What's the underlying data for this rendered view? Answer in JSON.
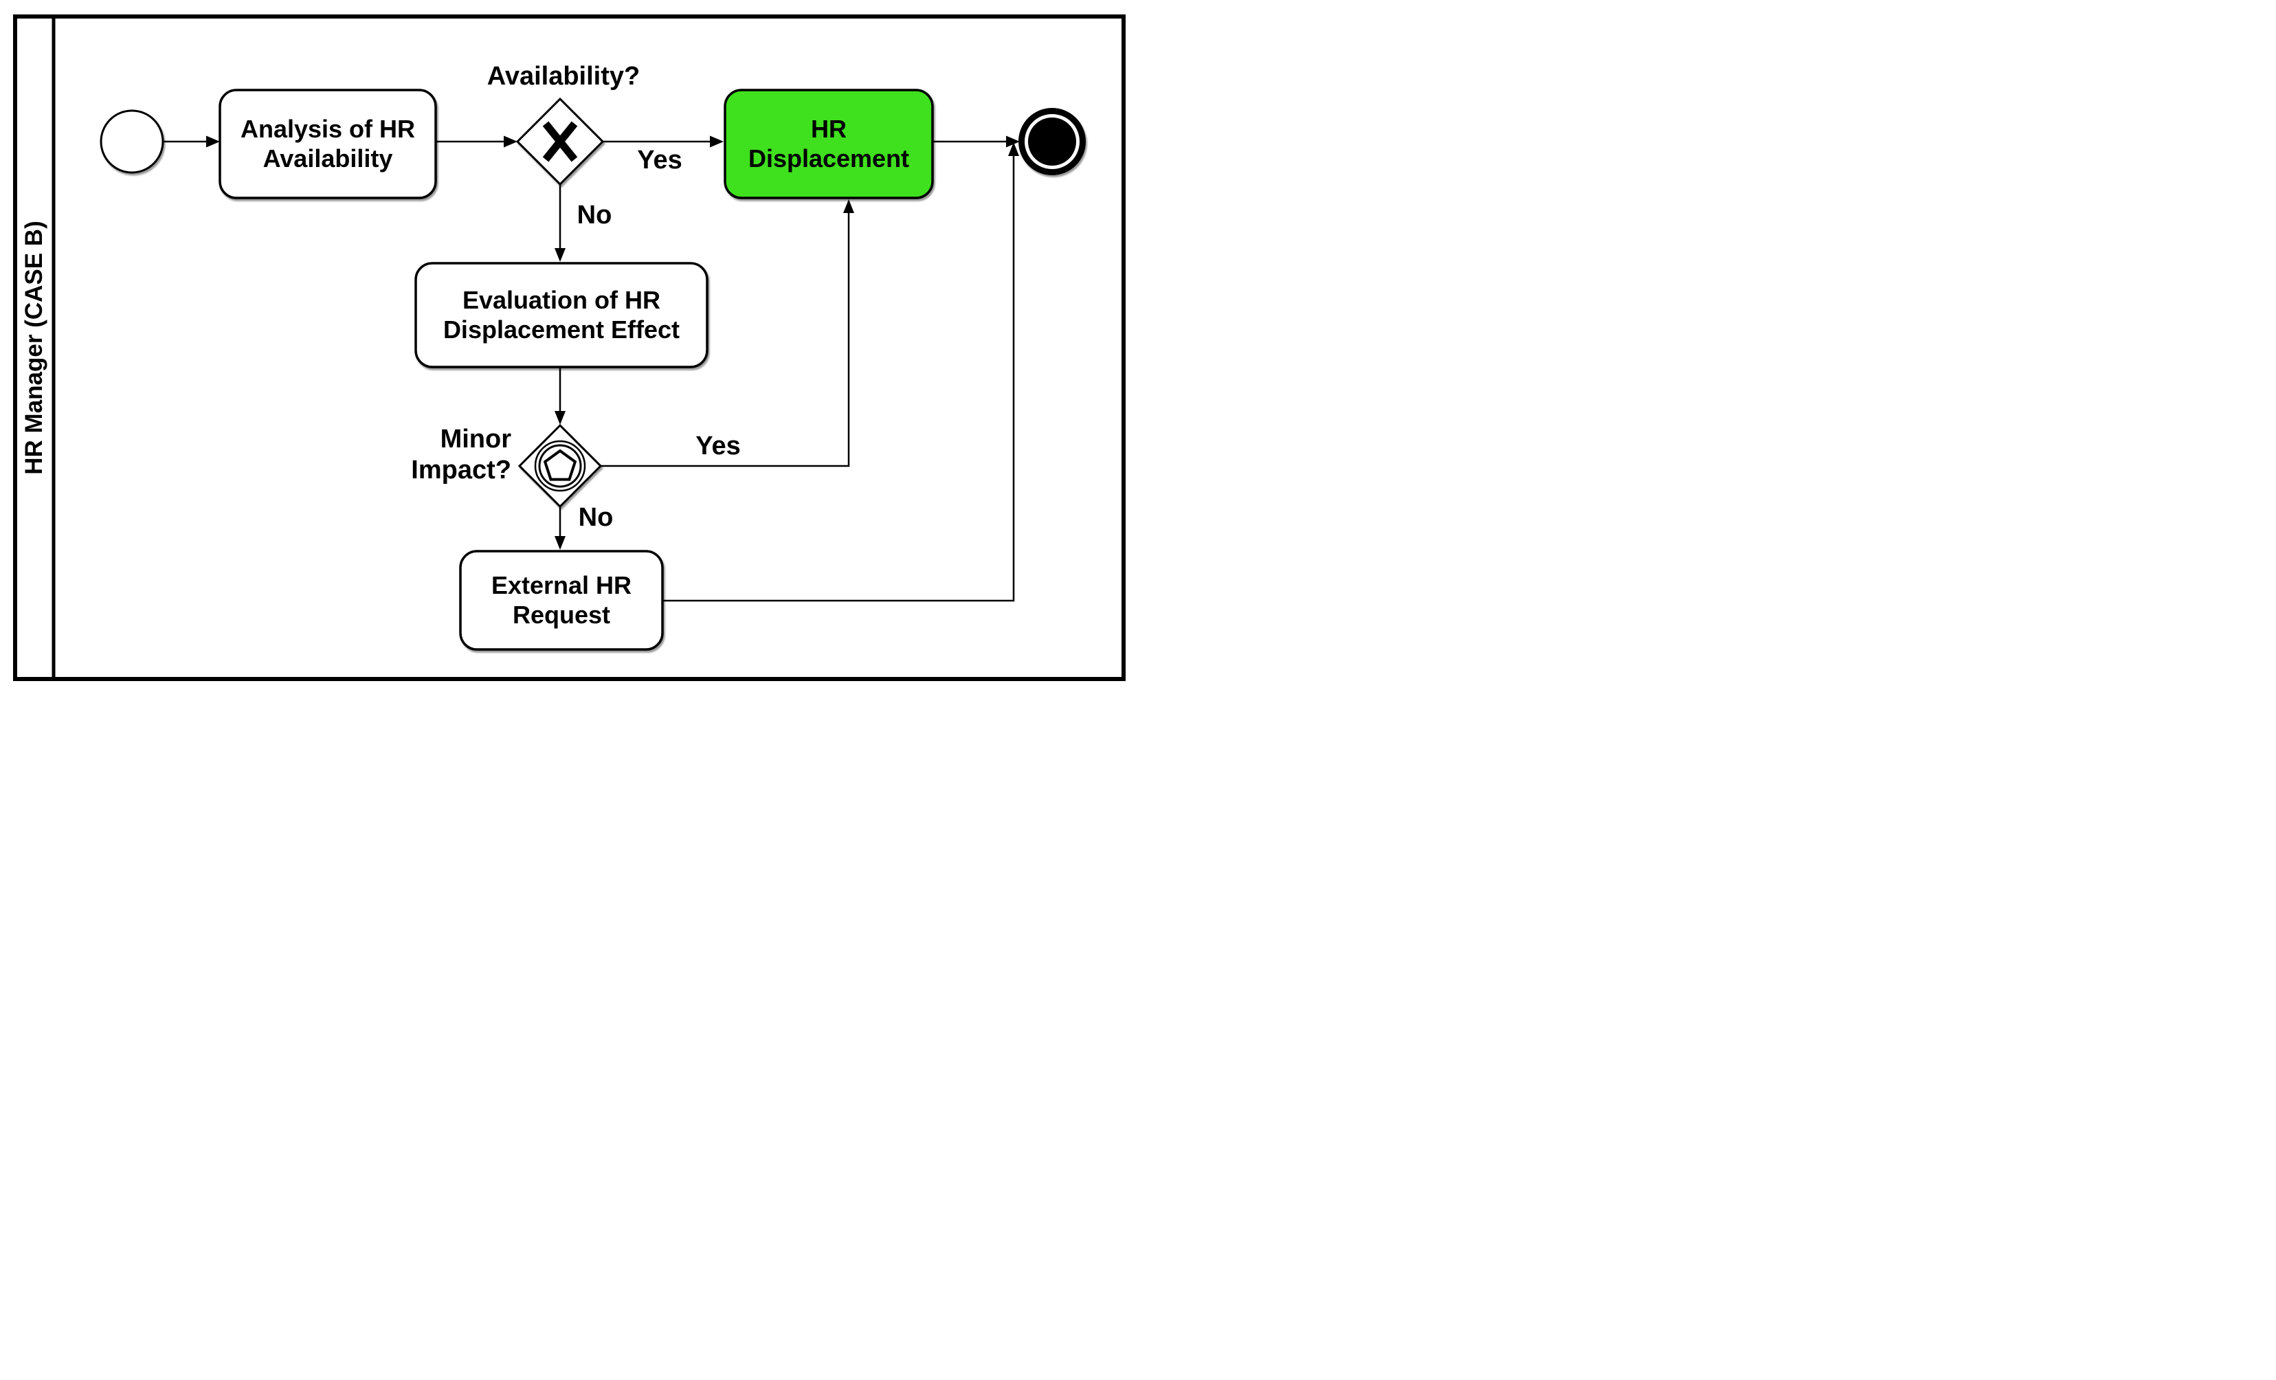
{
  "diagram": {
    "lane": {
      "label": "HR Manager (CASE B)"
    },
    "tasks": {
      "analysis": "Analysis of HR\nAvailability",
      "hr_displacement": "HR\nDisplacement",
      "evaluation": "Evaluation of HR\nDisplacement Effect",
      "external_request": "External HR\nRequest"
    },
    "gateways": {
      "availability_question": "Availability?",
      "minor_impact_question": "Minor\nImpact?"
    },
    "edge_labels": {
      "availability_yes": "Yes",
      "availability_no": "No",
      "minor_impact_yes": "Yes",
      "minor_impact_no": "No"
    },
    "icons": {
      "start_event": "thin-circle",
      "end_event": "thick-ring-filled-circle",
      "exclusive_gateway_marker": "X",
      "event_gateway_marker": "pentagon-in-double-circle"
    },
    "colors": {
      "highlight": "#3FE01E",
      "stroke": "#000000",
      "canvas": "#FFFFFF"
    }
  }
}
